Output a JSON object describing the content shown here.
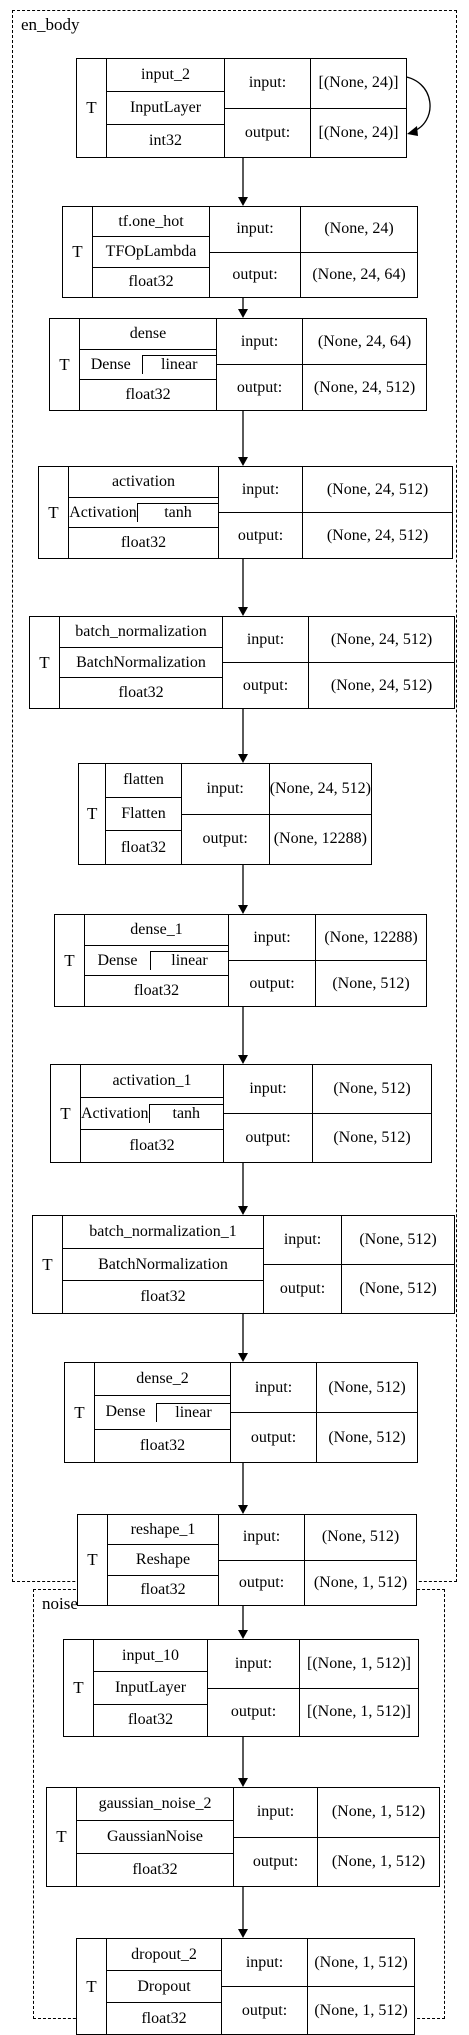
{
  "clusters": [
    {
      "label": "en_body"
    },
    {
      "label": "noise"
    }
  ],
  "nodes": [
    {
      "badge": "T",
      "name": "input_2",
      "class": "InputLayer",
      "dtype": "int32",
      "in_label": "input:",
      "in_shape": "[(None, 24)]",
      "out_label": "output:",
      "out_shape": "[(None, 24)]"
    },
    {
      "badge": "T",
      "name": "tf.one_hot",
      "class": "TFOpLambda",
      "dtype": "float32",
      "in_label": "input:",
      "in_shape": "(None, 24)",
      "out_label": "output:",
      "out_shape": "(None, 24, 64)"
    },
    {
      "badge": "T",
      "name": "dense",
      "class": "Dense",
      "activation": "linear",
      "dtype": "float32",
      "in_label": "input:",
      "in_shape": "(None, 24, 64)",
      "out_label": "output:",
      "out_shape": "(None, 24, 512)"
    },
    {
      "badge": "T",
      "name": "activation",
      "class": "Activation",
      "activation": "tanh",
      "dtype": "float32",
      "in_label": "input:",
      "in_shape": "(None, 24, 512)",
      "out_label": "output:",
      "out_shape": "(None, 24, 512)"
    },
    {
      "badge": "T",
      "name": "batch_normalization",
      "class": "BatchNormalization",
      "dtype": "float32",
      "in_label": "input:",
      "in_shape": "(None, 24, 512)",
      "out_label": "output:",
      "out_shape": "(None, 24, 512)"
    },
    {
      "badge": "T",
      "name": "flatten",
      "class": "Flatten",
      "dtype": "float32",
      "in_label": "input:",
      "in_shape": "(None, 24, 512)",
      "out_label": "output:",
      "out_shape": "(None, 12288)"
    },
    {
      "badge": "T",
      "name": "dense_1",
      "class": "Dense",
      "activation": "linear",
      "dtype": "float32",
      "in_label": "input:",
      "in_shape": "(None, 12288)",
      "out_label": "output:",
      "out_shape": "(None, 512)"
    },
    {
      "badge": "T",
      "name": "activation_1",
      "class": "Activation",
      "activation": "tanh",
      "dtype": "float32",
      "in_label": "input:",
      "in_shape": "(None, 512)",
      "out_label": "output:",
      "out_shape": "(None, 512)"
    },
    {
      "badge": "T",
      "name": "batch_normalization_1",
      "class": "BatchNormalization",
      "dtype": "float32",
      "in_label": "input:",
      "in_shape": "(None, 512)",
      "out_label": "output:",
      "out_shape": "(None, 512)"
    },
    {
      "badge": "T",
      "name": "dense_2",
      "class": "Dense",
      "activation": "linear",
      "dtype": "float32",
      "in_label": "input:",
      "in_shape": "(None, 512)",
      "out_label": "output:",
      "out_shape": "(None, 512)"
    },
    {
      "badge": "T",
      "name": "reshape_1",
      "class": "Reshape",
      "dtype": "float32",
      "in_label": "input:",
      "in_shape": "(None, 512)",
      "out_label": "output:",
      "out_shape": "(None, 1, 512)"
    },
    {
      "badge": "T",
      "name": "input_10",
      "class": "InputLayer",
      "dtype": "float32",
      "in_label": "input:",
      "in_shape": "[(None, 1, 512)]",
      "out_label": "output:",
      "out_shape": "[(None, 1, 512)]"
    },
    {
      "badge": "T",
      "name": "gaussian_noise_2",
      "class": "GaussianNoise",
      "dtype": "float32",
      "in_label": "input:",
      "in_shape": "(None, 1, 512)",
      "out_label": "output:",
      "out_shape": "(None, 1, 512)"
    },
    {
      "badge": "T",
      "name": "dropout_2",
      "class": "Dropout",
      "dtype": "float32",
      "in_label": "input:",
      "in_shape": "(None, 1, 512)",
      "out_label": "output:",
      "out_shape": "(None, 1, 512)"
    }
  ],
  "edges": [
    [
      0,
      1
    ],
    [
      1,
      2
    ],
    [
      2,
      3
    ],
    [
      3,
      4
    ],
    [
      4,
      5
    ],
    [
      5,
      6
    ],
    [
      6,
      7
    ],
    [
      7,
      8
    ],
    [
      8,
      9
    ],
    [
      9,
      10
    ],
    [
      10,
      11
    ],
    [
      11,
      12
    ],
    [
      12,
      13
    ],
    [
      0,
      0
    ]
  ]
}
